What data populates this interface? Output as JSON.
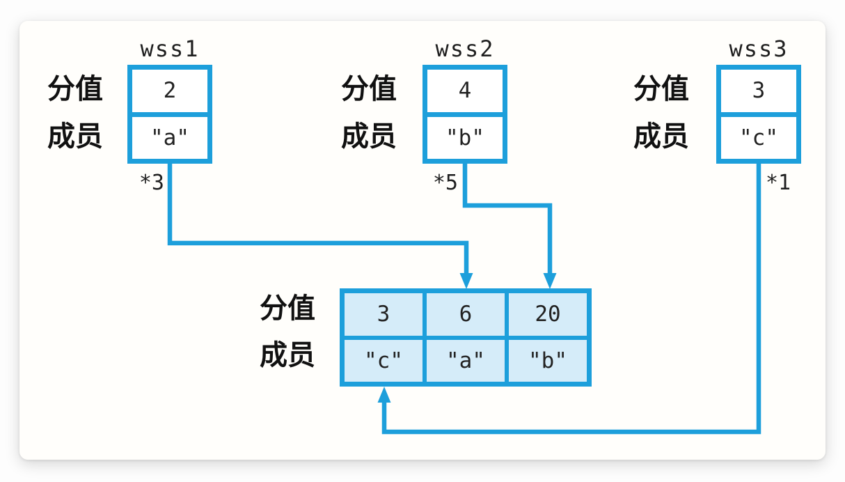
{
  "diagram": {
    "labels": {
      "score": "分值",
      "member": "成员"
    },
    "sources": [
      {
        "name": "wss1",
        "score": "2",
        "member": "\"a\"",
        "weight": "*3"
      },
      {
        "name": "wss2",
        "score": "4",
        "member": "\"b\"",
        "weight": "*5"
      },
      {
        "name": "wss3",
        "score": "3",
        "member": "\"c\"",
        "weight": "*1"
      }
    ],
    "result": {
      "cells": [
        {
          "score": "3",
          "member": "\"c\""
        },
        {
          "score": "6",
          "member": "\"a\""
        },
        {
          "score": "20",
          "member": "\"b\""
        }
      ]
    },
    "colors": {
      "line_blue": "#1d9fdb",
      "result_cell_fill": "#d5ecf9",
      "source_cell_fill": "#ffffff",
      "text": "#1f1f1f"
    }
  }
}
